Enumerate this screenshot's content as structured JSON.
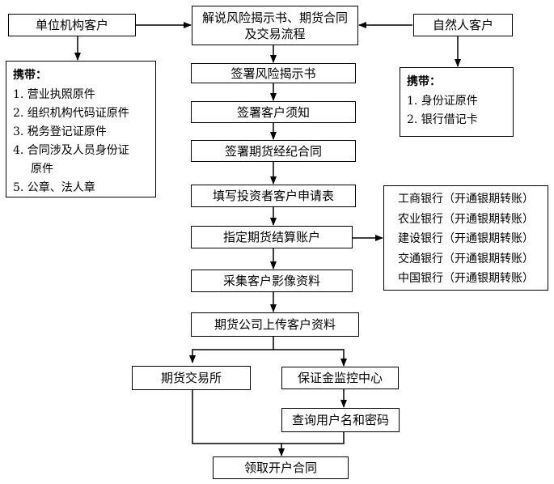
{
  "nodes": {
    "institution": "单位机构客户",
    "explain": [
      "解说风险揭示书、期货合同",
      "及交易流程"
    ],
    "natural": "自然人客户",
    "sign_risk": "签署风险揭示书",
    "sign_notice": "签署客户须知",
    "sign_contract": "签署期货经纪合同",
    "fill_form": "填写投资者客户申请表",
    "designate_account": "指定期货结算账户",
    "collect_images": "采集客户影像资料",
    "upload": "期货公司上传客户资料",
    "exchange": "期货交易所",
    "margin_center": "保证金监控中心",
    "query_credentials": "查询用户名和密码",
    "receive_contract": "领取开户合同"
  },
  "institution_docs": {
    "title": "携带：",
    "items": [
      "1. 营业执照原件",
      "2. 组织机构代码证原件",
      "3. 税务登记证原件",
      "4. 合同涉及人员身份证",
      "原件",
      "5. 公章、法人章"
    ]
  },
  "natural_docs": {
    "title": "携带：",
    "items": [
      "1. 身份证原件",
      "2. 银行借记卡"
    ]
  },
  "banks": [
    "工商银行（开通银期转账）",
    "农业银行（开通银期转账）",
    "建设银行（开通银期转账）",
    "交通银行（开通银期转账）",
    "中国银行（开通银期转账）"
  ]
}
